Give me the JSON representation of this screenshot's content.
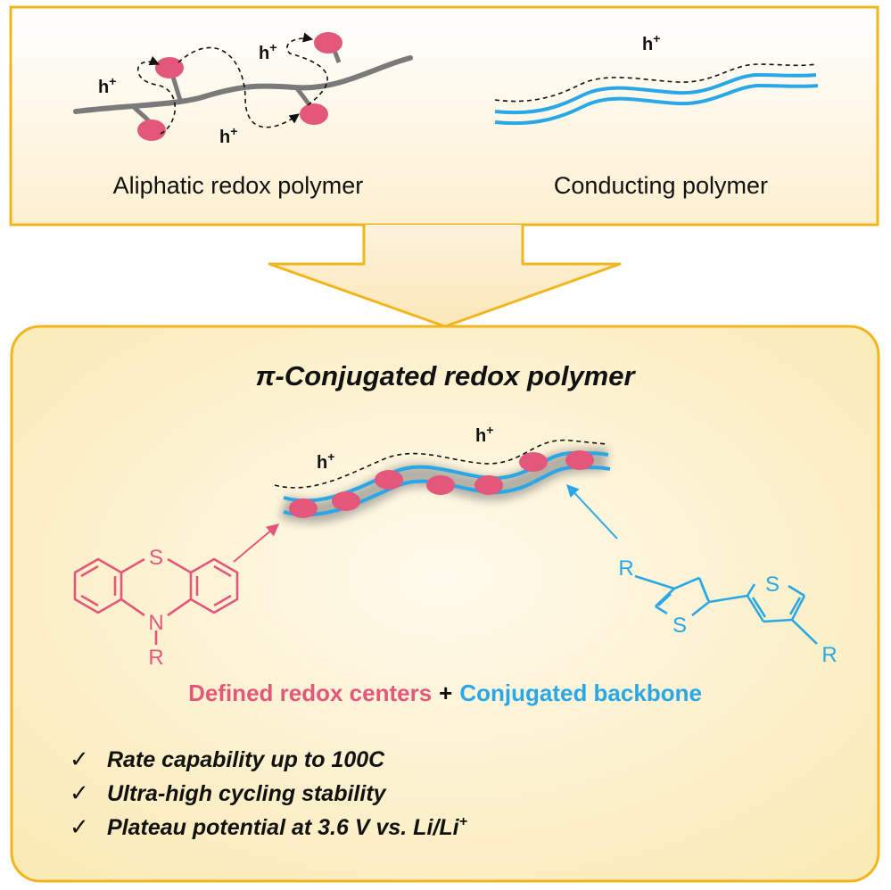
{
  "top_panel": {
    "aliphatic": {
      "caption": "Aliphatic redox polymer",
      "hole_labels": [
        {
          "base": "h",
          "sup": "+"
        },
        {
          "base": "h",
          "sup": "+"
        },
        {
          "base": "h",
          "sup": "+"
        }
      ]
    },
    "conducting": {
      "caption": "Conducting polymer",
      "hole_label": {
        "base": "h",
        "sup": "+"
      }
    }
  },
  "bottom_panel": {
    "title": "π-Conjugated redox polymer",
    "hole_labels": [
      {
        "base": "h",
        "sup": "+"
      },
      {
        "base": "h",
        "sup": "+"
      }
    ],
    "phenothiazine": {
      "S": "S",
      "N": "N",
      "R": "R"
    },
    "bithiophene": {
      "S1": "S",
      "S2": "S",
      "R1": "R",
      "R2": "R"
    },
    "legend": {
      "redox": "Defined redox centers",
      "plus": "+",
      "backbone": "Conjugated backbone"
    },
    "features": {
      "check_glyph": "✓",
      "items": [
        "Rate capability up to 100C",
        "Ultra-high cycling stability",
        "Plateau potential at 3.6 V vs. Li/Li"
      ],
      "last_item_sup": "+"
    }
  },
  "colors": {
    "panel_border": "#f2b51d",
    "redox_center": "#e3587a",
    "backbone": "#2aa7e6",
    "chain": "#7a7a7a"
  }
}
